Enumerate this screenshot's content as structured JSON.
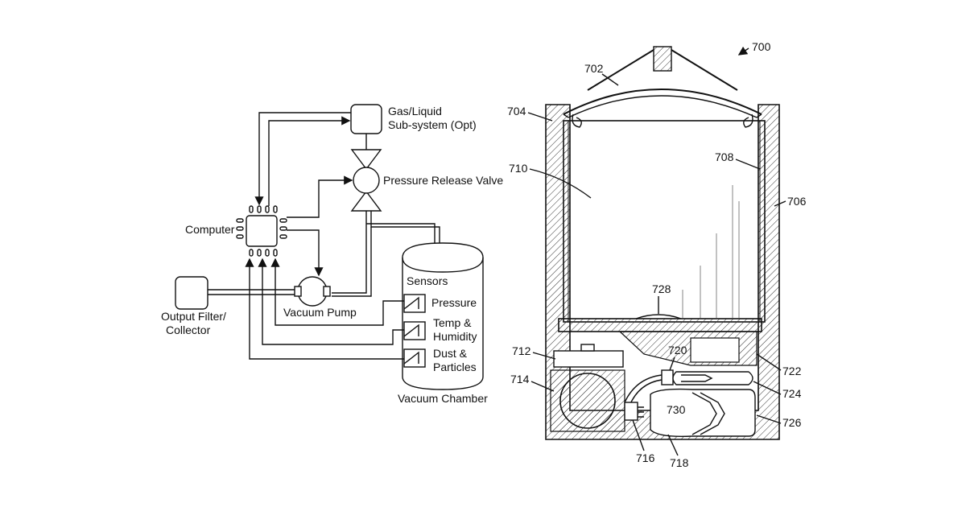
{
  "left_diagram": {
    "gas_liquid": [
      "Gas/Liquid",
      "Sub-system (Opt)"
    ],
    "pressure_release_valve": "Pressure Release Valve",
    "computer": "Computer",
    "vacuum_pump": "Vacuum Pump",
    "output_filter": [
      "Output Filter/",
      "Collector"
    ],
    "sensors_title": "Sensors",
    "sensor_pressure": "Pressure",
    "sensor_temp": [
      "Temp &",
      "Humidity"
    ],
    "sensor_dust": [
      "Dust &",
      "Particles"
    ],
    "vacuum_chamber": "Vacuum Chamber"
  },
  "right_diagram": {
    "figure_ref": "700",
    "refs": {
      "r702": "702",
      "r704": "704",
      "r706": "706",
      "r708": "708",
      "r710": "710",
      "r712": "712",
      "r714": "714",
      "r716": "716",
      "r718": "718",
      "r720": "720",
      "r722": "722",
      "r724": "724",
      "r726": "726",
      "r728": "728",
      "r730": "730"
    }
  }
}
